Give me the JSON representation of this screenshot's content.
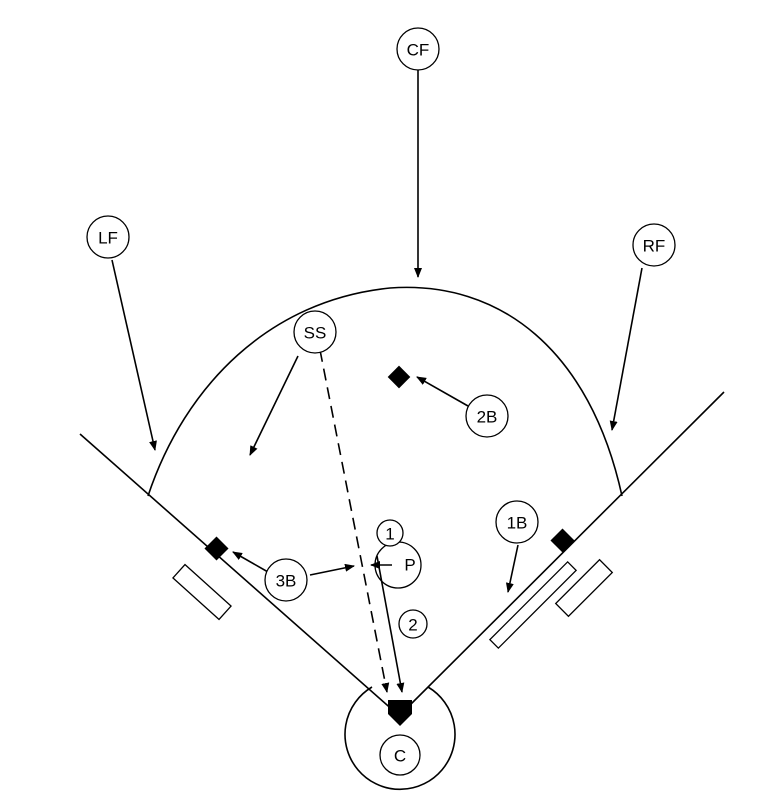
{
  "players": {
    "cf": "CF",
    "lf": "LF",
    "rf": "RF",
    "ss": "SS",
    "second_base": "2B",
    "first_base": "1B",
    "third_base": "3B",
    "pitcher": "P",
    "catcher": "C"
  },
  "steps": {
    "step_1": "1",
    "step_2": "2"
  }
}
